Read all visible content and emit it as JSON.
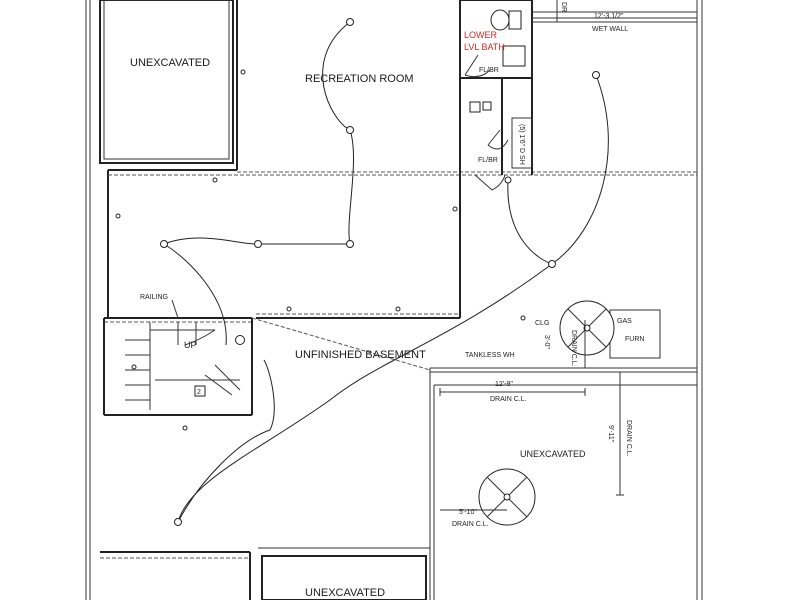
{
  "rooms": {
    "unexcavated_top_left": "UNEXCAVATED",
    "recreation_room": "RECREATION ROOM",
    "unfinished_basement": "UNFINISHED BASEMENT",
    "unexcavated_right": "UNEXCAVATED",
    "unexcavated_bottom": "UNEXCAVATED",
    "lower_bath_line1": "LOWER",
    "lower_bath_line2": "LVL BATH"
  },
  "labels": {
    "fl_br_top": "FL/BR",
    "fl_br_bottom": "FL/BR",
    "shelves": "(5) 1'6\" D SH",
    "railing": "RAILING",
    "up": "UP",
    "step_number": "2",
    "clg": "CLG",
    "gas": "GAS",
    "furn": "FURN",
    "tankless": "TANKLESS WH",
    "wet_wall": "WET WALL",
    "dr_top": "DR"
  },
  "dimensions": {
    "wet_wall_width": "12'-3 1/2\"",
    "drain_cl_1": "12'-9\"",
    "drain_cl_1_label": "DRAIN C.L.",
    "drain_cl_2": "9'-11\"",
    "drain_cl_2_label": "DRAIN C.L.",
    "drain_cl_3": "3'-0\"",
    "drain_cl_3_label": "DRAIN C.L.",
    "drain_cl_4": "5'-10\"",
    "drain_cl_4_label": "DRAIN C.L."
  },
  "colors": {
    "line": "#222222",
    "accent_red": "#d42a2a",
    "background": "#ffffff"
  }
}
